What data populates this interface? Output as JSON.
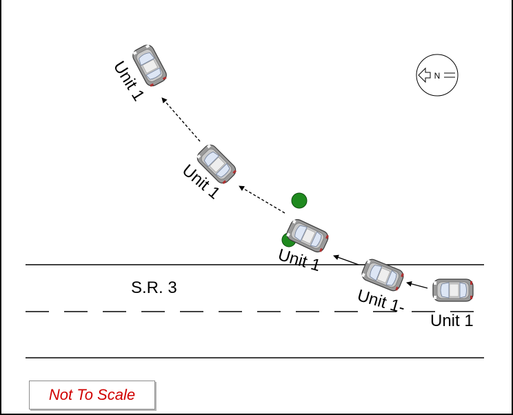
{
  "road": {
    "label": "S.R. 3"
  },
  "units": [
    {
      "label": "Unit 1"
    },
    {
      "label": "Unit 1-"
    },
    {
      "label": "Unit 1"
    },
    {
      "label": "Unit 1"
    },
    {
      "label": "Unit 1"
    }
  ],
  "north_arrow": {
    "label": "N"
  },
  "scale_note": "Not To Scale",
  "colors": {
    "scale_text": "#d00000",
    "tree": "#1f8a1f",
    "car_body": "#9a9a9a",
    "glass": "#dde6f5"
  }
}
